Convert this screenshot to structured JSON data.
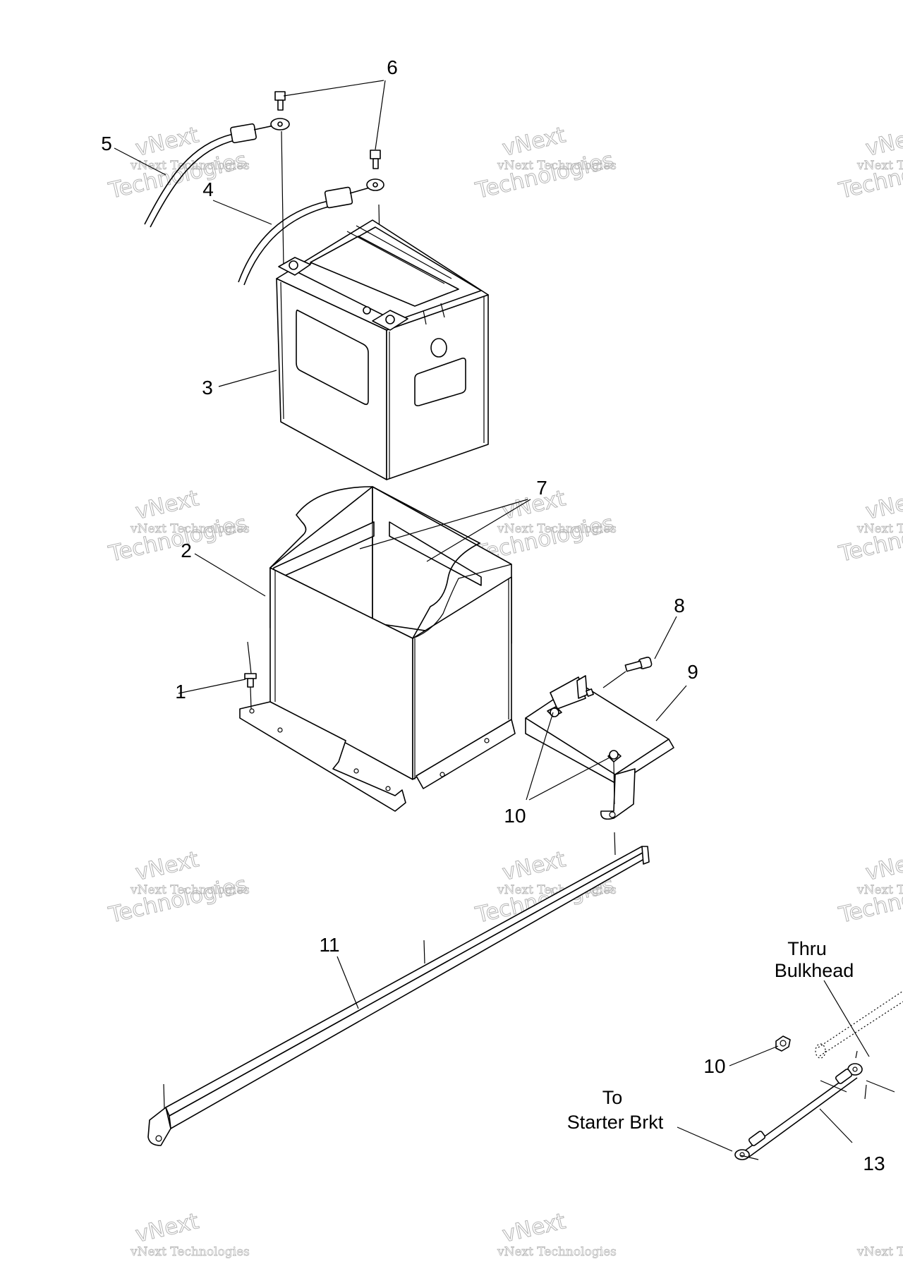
{
  "watermark": {
    "line1": "vNext Technologies",
    "line2": "vNext",
    "line3": "Technologies"
  },
  "callouts": [
    "1",
    "2",
    "3",
    "4",
    "5",
    "6",
    "7",
    "8",
    "9",
    "10",
    "10",
    "11",
    "13"
  ],
  "notes": {
    "thru_line1": "Thru",
    "thru_line2": "Bulkhead",
    "to_line1": "To",
    "to_line2": "Starter Brkt"
  }
}
